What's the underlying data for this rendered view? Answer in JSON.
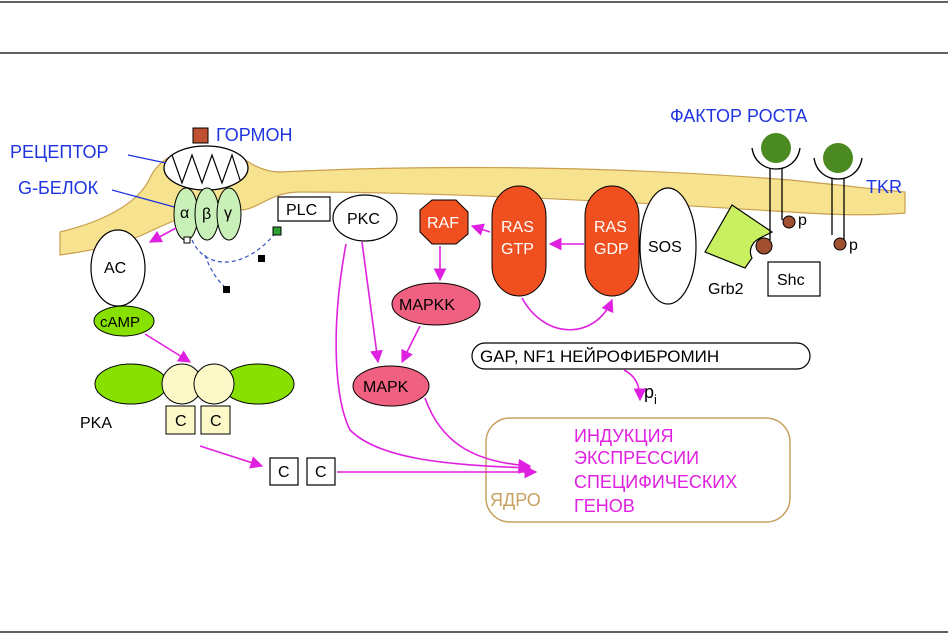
{
  "labels": {
    "hormone": "ГОРМОН",
    "receptor": "РЕЦЕПТОР",
    "g_protein": "G-БЕЛОК",
    "alpha": "α",
    "beta": "β",
    "gamma": "γ",
    "plc": "PLC",
    "pkc": "PKC",
    "ac": "AC",
    "camp": "cAMP",
    "pka": "PKA",
    "c": "C",
    "raf": "RAF",
    "mapkk": "MAPKK",
    "mapk": "MAPK",
    "ras_gtp_1": "RAS",
    "ras_gtp_2": "GTP",
    "ras_gdp_1": "RAS",
    "ras_gdp_2": "GDP",
    "sos": "SOS",
    "grb2": "Grb2",
    "shc": "Shc",
    "p": "p",
    "growth_factor": "ФАКТОР РОСТА",
    "tkr": "TKR",
    "gap": "GAP, NF1 НЕЙРОФИБРОМИН",
    "pi_base": "p",
    "pi_sub": "i",
    "induction_1": "ИНДУКЦИЯ",
    "induction_2": "ЭКСПРЕССИИ",
    "induction_3": "СПЕЦИФИЧЕСКИХ",
    "induction_4": "ГЕНОВ",
    "nucleus": "ЯДРО"
  },
  "colors": {
    "membrane": "#f7e38f",
    "membrane_edge": "#c8a050",
    "green": "#88e000",
    "light_green": "#c8f0b8",
    "cream": "#fdf8c8",
    "orange_red": "#f05020",
    "pink": "#f06080",
    "hormone": "#c05030",
    "growth_factor": "#4a8a20",
    "grb2": "#c8f060",
    "ligand_p": "#a05030",
    "magenta": "#e020e0",
    "blue_text": "#2035e0",
    "nucleus_border": "#c8a060"
  }
}
